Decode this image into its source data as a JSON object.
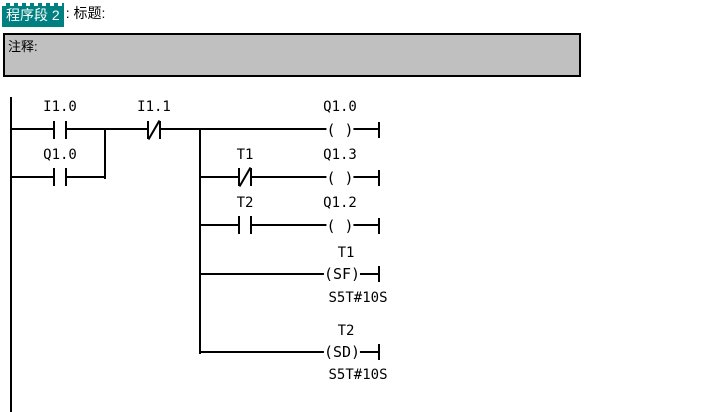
{
  "header": {
    "network_label": "程序段 2",
    "network_title": ": 标题:"
  },
  "comment": {
    "label": "注释:"
  },
  "colors": {
    "highlight_bg": "#008080",
    "highlight_text": "#ffffff",
    "comment_bg": "#c0c0c0",
    "line_color": "#000000",
    "background": "#ffffff"
  },
  "ladder": {
    "main_rung": {
      "contact_1": {
        "label": "I1.0",
        "type": "normally-open"
      },
      "parallel_contact": {
        "label": "Q1.0",
        "type": "normally-open"
      },
      "contact_2": {
        "label": "I1.1",
        "type": "normally-closed"
      },
      "coil": {
        "label": "Q1.0",
        "symbol": "( )"
      }
    },
    "branch_rungs": [
      {
        "contact": {
          "label": "T1",
          "type": "normally-closed"
        },
        "coil": {
          "label": "Q1.3",
          "symbol": "( )"
        }
      },
      {
        "contact": {
          "label": "T2",
          "type": "normally-open"
        },
        "coil": {
          "label": "Q1.2",
          "symbol": "( )"
        }
      },
      {
        "coil": {
          "label": "T1",
          "symbol": "(SF)",
          "time_value": "S5T#10S"
        }
      },
      {
        "coil": {
          "label": "T2",
          "symbol": "(SD)",
          "time_value": "S5T#10S"
        }
      }
    ]
  }
}
